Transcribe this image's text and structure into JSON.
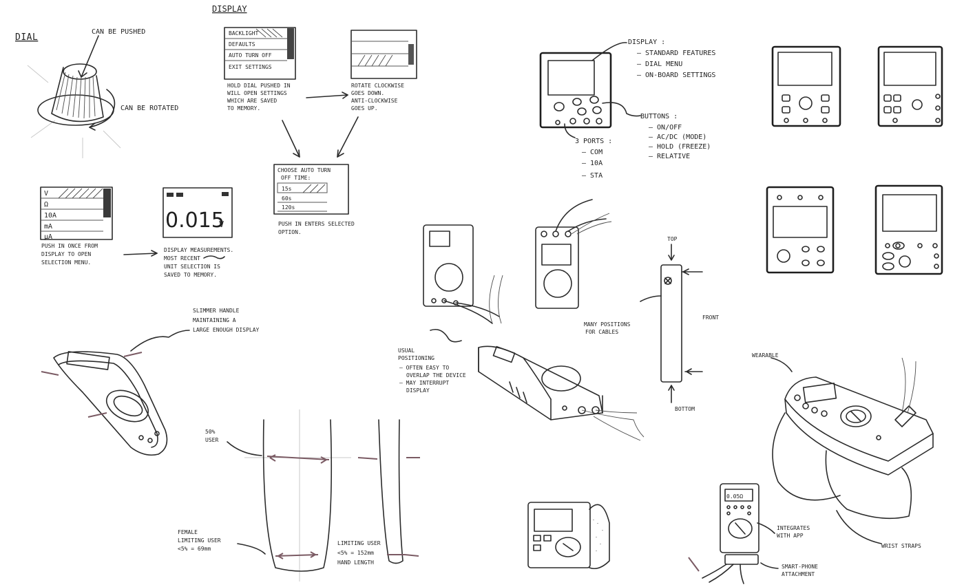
{
  "dial": {
    "title": "DIAL",
    "pushed": "CAN BE PUSHED",
    "rotated": "CAN BE ROTATED"
  },
  "display_section": {
    "title": "DISPLAY",
    "settings_menu": [
      "BACKLIGHT",
      "DEFAULTS",
      "AUTO TURN OFF",
      "EXIT SETTINGS"
    ],
    "hold_note": [
      "HOLD DIAL PUSHED IN",
      "WILL OPEN SETTINGS",
      "WHICH ARE SAVED",
      "TO MEMORY."
    ],
    "rotate_note": [
      "ROTATE CLOCKWISE",
      "GOES DOWN.",
      "ANTI-CLOCKWISE",
      "GOES UP."
    ],
    "auto_off_title": [
      "CHOOSE AUTO TURN",
      "OFF TIME:"
    ],
    "auto_off_options": [
      "15s",
      "60s",
      "120s"
    ],
    "push_select_note": [
      "PUSH IN ENTERS SELECTED",
      "OPTION."
    ],
    "unit_menu": [
      "V",
      "Ω",
      "10A",
      "mA",
      "μA"
    ],
    "push_once_note": [
      "PUSH IN ONCE FROM",
      "DISPLAY TO OPEN",
      "SELECTION MENU."
    ],
    "reading": "0.015",
    "reading_unit": "V",
    "measure_note": [
      "DISPLAY MEASUREMENTS.",
      "MOST RECENT",
      "UNIT SELECTION IS",
      "SAVED TO MEMORY."
    ]
  },
  "layout_notes": {
    "display_title": "DISPLAY :",
    "display_items": [
      "– STANDARD FEATURES",
      "– DIAL MENU",
      "– ON-BOARD SETTINGS"
    ],
    "buttons_title": "BUTTONS :",
    "buttons_items": [
      "– ON/OFF",
      "– AC/DC (MODE)",
      "– HOLD (FREEZE)",
      "– RELATIVE"
    ],
    "ports_title": "3 PORTS :",
    "ports_items": [
      "– COM",
      "– 10A",
      "– STA"
    ]
  },
  "handle": {
    "note": [
      "SLIMMER HANDLE",
      "MAINTAINING A",
      "LARGE ENOUGH DISPLAY"
    ]
  },
  "cables": {
    "usual": [
      "USUAL",
      "POSITIONING"
    ],
    "usual_items": [
      "– OFTEN EASY TO",
      "OVERLAP THE DEVICE",
      "– MAY INTERRUPT",
      "DISPLAY"
    ],
    "positions": [
      "MANY POSITIONS",
      "FOR CABLES"
    ],
    "top": "TOP",
    "front": "FRONT",
    "bottom": "BOTTOM"
  },
  "ergonomics": {
    "user50": [
      "50%",
      "USER"
    ],
    "female": [
      "FEMALE",
      "LIMITING USER",
      "<5% = 69mm"
    ],
    "limiting": [
      "LIMITING USER",
      "<5% = 152mm",
      "HAND LENGTH"
    ]
  },
  "concepts": {
    "wearable": "WEARABLE",
    "wrist": "WRIST STRAPS",
    "app": [
      "INTEGRATES",
      "WITH APP"
    ],
    "phone": [
      "SMART-PHONE",
      "ATTACHMENT"
    ],
    "phone_reading": "0.05Ω"
  },
  "colors": {
    "ink": "#2b2b2b",
    "accent": "#7a5a63",
    "paper": "#ffffff"
  }
}
